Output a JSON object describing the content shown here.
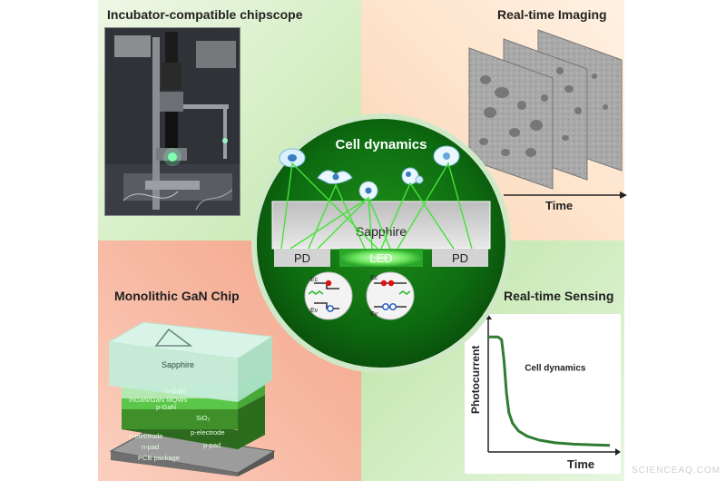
{
  "quadrants": {
    "top_left_title": "Incubator-compatible chipscope",
    "top_right_title": "Real-time Imaging",
    "bottom_left_title": "Monolithic GaN Chip",
    "bottom_right_title": "Real-time Sensing"
  },
  "center": {
    "title": "Cell dynamics",
    "sapphire_label": "Sapphire",
    "left_pd_label": "PD",
    "led_label": "LED",
    "right_pd_label": "PD",
    "band_label_1": "Ec",
    "band_label_2": "Ev"
  },
  "imaging": {
    "time_label": "Time"
  },
  "gan_chip": {
    "layers": [
      "Sapphire",
      "n-GaN",
      "InGaN/GaN MQWs",
      "p-GaN",
      "SiO₂",
      "n-electrode",
      "p-electrode",
      "p-pad",
      "n-pad",
      "PCB package"
    ]
  },
  "chart_data": {
    "type": "line",
    "title": "",
    "xlabel": "Time",
    "ylabel": "Photocurrent",
    "annotation": "Cell dynamics",
    "x": [
      0,
      0.04,
      0.08,
      0.11,
      0.13,
      0.15,
      0.17,
      0.2,
      0.25,
      0.32,
      0.42,
      0.55,
      0.7,
      0.85,
      1.0
    ],
    "series": [
      {
        "values": [
          0.88,
          0.88,
          0.88,
          0.86,
          0.7,
          0.45,
          0.3,
          0.22,
          0.16,
          0.12,
          0.09,
          0.07,
          0.06,
          0.055,
          0.05
        ]
      }
    ],
    "xlim": [
      0,
      1
    ],
    "ylim": [
      0,
      1
    ],
    "grid": false,
    "color": "#2e7d32"
  },
  "watermark": "SCIENCEAQ.COM"
}
